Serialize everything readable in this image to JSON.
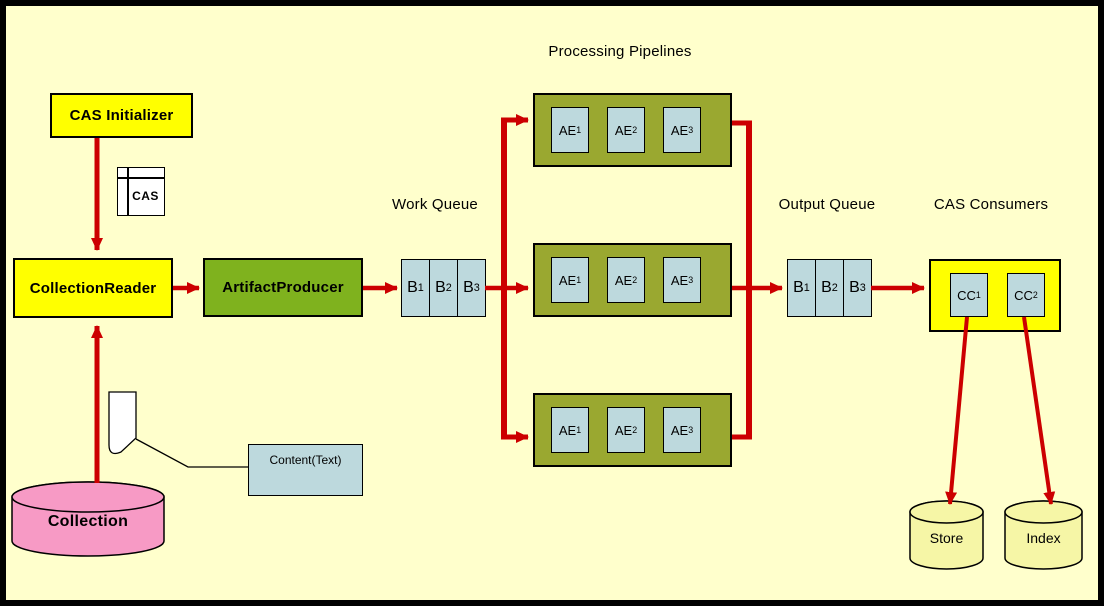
{
  "colors": {
    "background": "#FFFFCC",
    "frame": "#000000",
    "node_yellow": "#FFFF00",
    "producer_green": "#7FB21E",
    "pipeline_olive": "#9AA830",
    "block_blue": "#BDD9DD",
    "collection_pink": "#F79AC5",
    "cylinder_yellow": "#F6F6A6",
    "arrow_red": "#CC0000"
  },
  "nodes": {
    "cas_initializer": {
      "label": "CAS Initializer"
    },
    "cas_document": {
      "label": "CAS"
    },
    "collection_reader": {
      "label": "CollectionReader"
    },
    "artifact_producer": {
      "label": "ArtifactProducer"
    },
    "collection": {
      "label": "Collection"
    },
    "content_callout": {
      "label": "Content(Text)"
    }
  },
  "work_queue": {
    "label": "Work Queue",
    "items": [
      {
        "name": "B",
        "sub": "1"
      },
      {
        "name": "B",
        "sub": "2"
      },
      {
        "name": "B",
        "sub": "3"
      }
    ]
  },
  "processing_pipelines": {
    "label": "Processing Pipelines",
    "rows": [
      {
        "engines": [
          {
            "name": "AE",
            "sub": "1"
          },
          {
            "name": "AE",
            "sub": "2"
          },
          {
            "name": "AE",
            "sub": "3"
          }
        ]
      },
      {
        "engines": [
          {
            "name": "AE",
            "sub": "1"
          },
          {
            "name": "AE",
            "sub": "2"
          },
          {
            "name": "AE",
            "sub": "3"
          }
        ]
      },
      {
        "engines": [
          {
            "name": "AE",
            "sub": "1"
          },
          {
            "name": "AE",
            "sub": "2"
          },
          {
            "name": "AE",
            "sub": "3"
          }
        ]
      }
    ]
  },
  "output_queue": {
    "label": "Output Queue",
    "items": [
      {
        "name": "B",
        "sub": "1"
      },
      {
        "name": "B",
        "sub": "2"
      },
      {
        "name": "B",
        "sub": "3"
      }
    ]
  },
  "cas_consumers": {
    "label": "CAS Consumers",
    "items": [
      {
        "name": "CC",
        "sub": "1"
      },
      {
        "name": "CC",
        "sub": "2"
      }
    ]
  },
  "sinks": [
    {
      "label": "Store"
    },
    {
      "label": "Index"
    }
  ]
}
